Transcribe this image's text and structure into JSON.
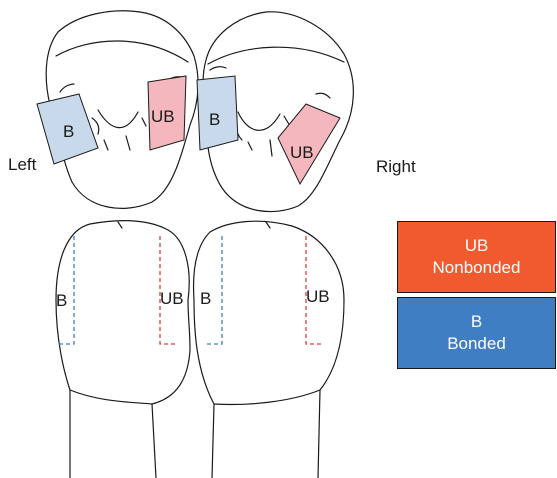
{
  "labels": {
    "left": "Left",
    "right": "Right",
    "b": "B",
    "ub": "UB"
  },
  "legend": {
    "unbonded": {
      "code": "UB",
      "text": "Nonbonded",
      "color": "#f05a2e"
    },
    "bonded": {
      "code": "B",
      "text": "Bonded",
      "color": "#3f7ec3"
    }
  },
  "colors": {
    "bonded_region": "#c9d9ec",
    "unbonded_region": "#f4b7bd",
    "bonded_dash": "#3f7ec3",
    "unbonded_dash": "#e23b3b",
    "outline": "#1a1a1a"
  }
}
